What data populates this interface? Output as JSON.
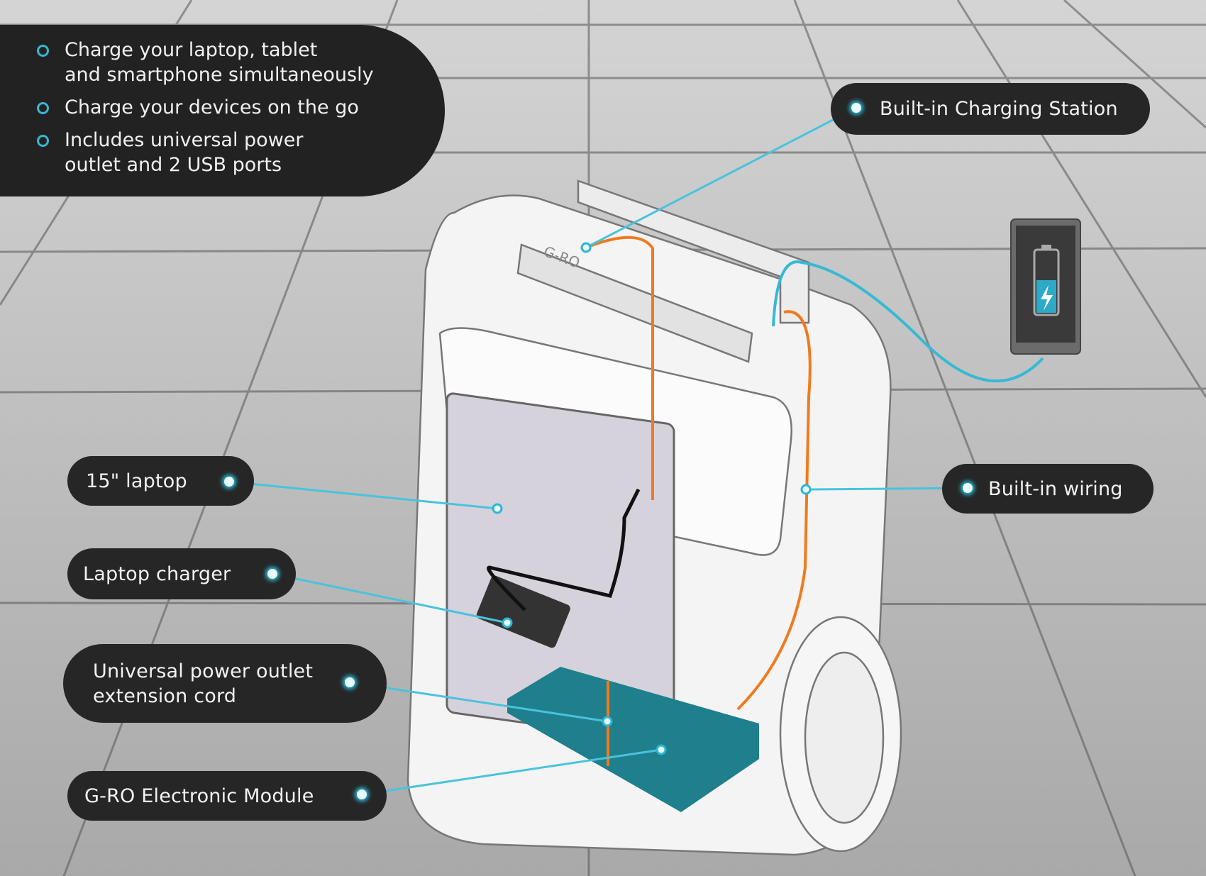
{
  "features": [
    {
      "icon": "circle-bullet-icon",
      "text_lines": [
        "Charge your laptop, tablet",
        "and smartphone simultaneously"
      ]
    },
    {
      "icon": "circle-bullet-icon",
      "text_lines": [
        "Charge your devices on the go"
      ]
    },
    {
      "icon": "circle-bullet-icon",
      "text_lines": [
        "Includes universal power",
        "outlet and 2 USB ports"
      ]
    }
  ],
  "callouts": {
    "charging_station": "Built-in Charging Station",
    "wiring": "Built-in wiring",
    "laptop": "15\" laptop",
    "charger": "Laptop charger",
    "extension_lines": [
      "Universal power outlet",
      "extension cord"
    ],
    "module": "G-RO Electronic Module"
  },
  "product_logo": "G-RO",
  "colors": {
    "accent": "#2bb6d3",
    "wire": "#f07a1e",
    "module": "#1f7f8c",
    "pill": "#262626"
  }
}
